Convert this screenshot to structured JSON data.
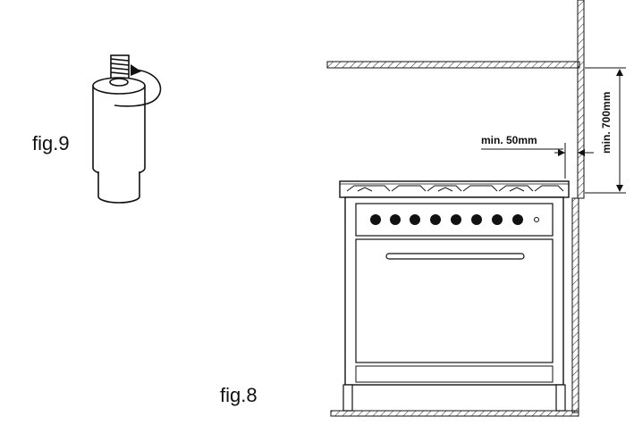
{
  "labels": {
    "fig9": "fig.9",
    "fig8": "fig.8",
    "min_side": "min. 50mm",
    "min_top": "min. 700mm"
  }
}
